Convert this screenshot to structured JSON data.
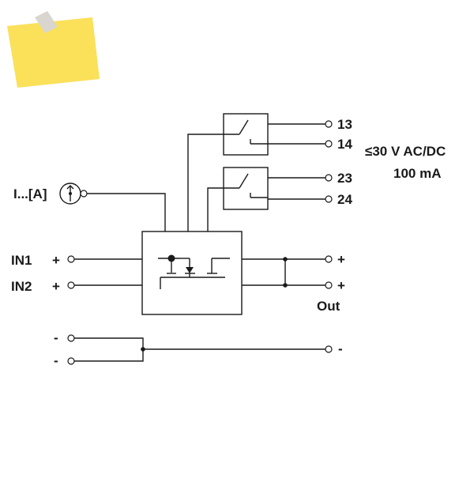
{
  "colors": {
    "line": "#1a1a1a",
    "note": "#fbe05a",
    "tape": "#d9d6cf",
    "background": "#ffffff"
  },
  "icons": {
    "sticky_note": "sticky-note-icon",
    "current_sensor": "current-sensor-icon",
    "relay_contact": "relay-contact-icon",
    "diode": "diode-icon"
  },
  "relay_outputs": {
    "contact1": {
      "terminal_a": "13",
      "terminal_b": "14"
    },
    "contact2": {
      "terminal_a": "23",
      "terminal_b": "24"
    },
    "rating_voltage": "≤30 V AC/DC",
    "rating_current": "100 mA"
  },
  "monitoring": {
    "current_label": "I...[A]"
  },
  "inputs": {
    "in1": {
      "label": "IN1",
      "polarity": "+"
    },
    "in2": {
      "label": "IN2",
      "polarity": "+"
    }
  },
  "outputs": {
    "plus1": "+",
    "plus2": "+",
    "label": "Out",
    "minus": "-"
  },
  "negative_inputs": {
    "minus1": "-",
    "minus2": "-"
  }
}
